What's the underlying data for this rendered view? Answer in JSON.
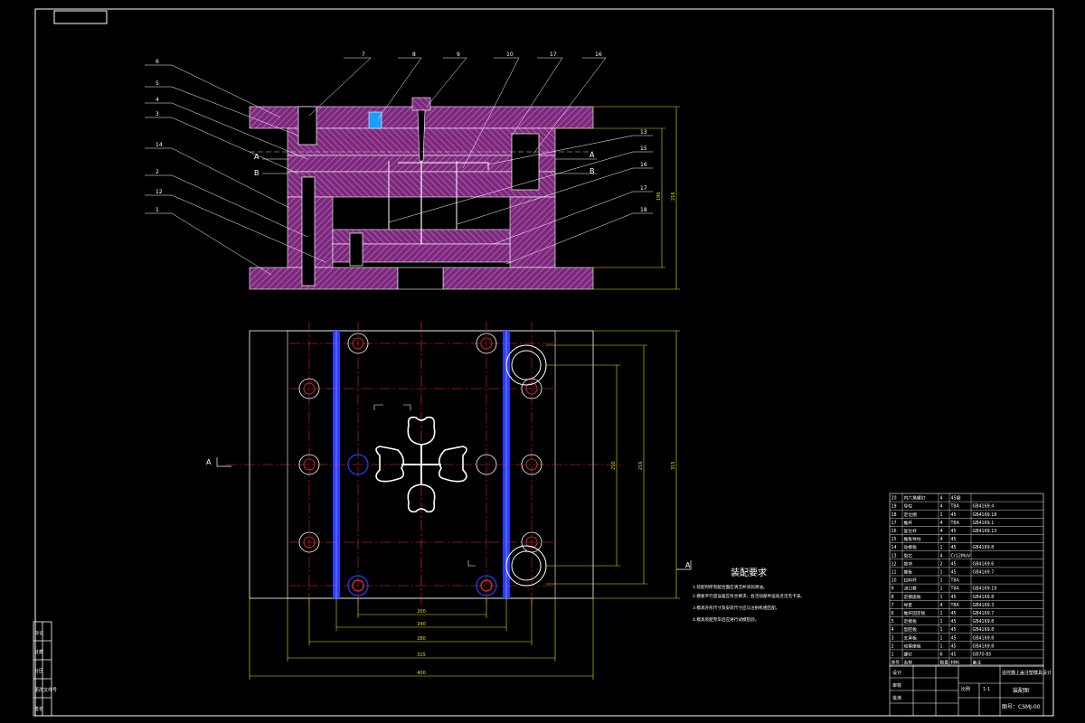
{
  "drawing": {
    "callouts_left": [
      "6",
      "5",
      "4",
      "3",
      "14",
      "2",
      "12",
      "1"
    ],
    "callouts_top": [
      "7",
      "8",
      "9",
      "10",
      "17",
      "16"
    ],
    "callouts_right": [
      "13",
      "15",
      "16",
      "17",
      "18"
    ],
    "section_marks": {
      "a_top": "A",
      "b_top": "B",
      "a_right": "A",
      "b_right": "B",
      "plan_left": "A",
      "plan_right": "A"
    },
    "dims_vertical": [
      "190",
      "216",
      "210",
      "315"
    ],
    "dims_horizontal": [
      "200",
      "240",
      "280",
      "315",
      "400"
    ],
    "notes_title": "装配要求",
    "notes_lines": [
      "1.装配时所有配合面应清洁并涂润滑油。",
      "2.模板平行度误差应符合要求，各活动部件运动灵活无卡滞。",
      "3.模具外形尺寸及安装尺寸应与注射机相匹配。",
      "4.模具装配完毕后应进行试模检验。"
    ]
  },
  "bom": {
    "rows": [
      {
        "no": "20",
        "name": "内六角螺钉",
        "qty": "4",
        "material": "45钢",
        "std": ""
      },
      {
        "no": "19",
        "name": "导柱",
        "qty": "4",
        "material": "T8A",
        "std": "GB4169.4"
      },
      {
        "no": "18",
        "name": "定位圈",
        "qty": "1",
        "material": "45",
        "std": "GB4169.18"
      },
      {
        "no": "17",
        "name": "推杆",
        "qty": "4",
        "material": "T8A",
        "std": "GB4169.1"
      },
      {
        "no": "16",
        "name": "复位杆",
        "qty": "4",
        "material": "45",
        "std": "GB4169.13"
      },
      {
        "no": "15",
        "name": "推板导柱",
        "qty": "4",
        "material": "45",
        "std": ""
      },
      {
        "no": "14",
        "name": "动模板",
        "qty": "1",
        "material": "45",
        "std": "GB4169.8"
      },
      {
        "no": "13",
        "name": "型芯",
        "qty": "4",
        "material": "Cr12MoV",
        "std": ""
      },
      {
        "no": "12",
        "name": "垫块",
        "qty": "2",
        "material": "45",
        "std": "GB4169.6"
      },
      {
        "no": "11",
        "name": "推板",
        "qty": "1",
        "material": "45",
        "std": "GB4169.7"
      },
      {
        "no": "10",
        "name": "拉料杆",
        "qty": "1",
        "material": "T8A",
        "std": ""
      },
      {
        "no": "9",
        "name": "浇口套",
        "qty": "1",
        "material": "T8A",
        "std": "GB4169.19"
      },
      {
        "no": "8",
        "name": "定模座板",
        "qty": "1",
        "material": "45",
        "std": "GB4169.8"
      },
      {
        "no": "7",
        "name": "导套",
        "qty": "4",
        "material": "T8A",
        "std": "GB4169.3"
      },
      {
        "no": "6",
        "name": "推杆固定板",
        "qty": "1",
        "material": "45",
        "std": "GB4169.7"
      },
      {
        "no": "5",
        "name": "定模板",
        "qty": "1",
        "material": "45",
        "std": "GB4169.8"
      },
      {
        "no": "4",
        "name": "型腔板",
        "qty": "1",
        "material": "45",
        "std": "GB4169.8"
      },
      {
        "no": "3",
        "name": "支承板",
        "qty": "1",
        "material": "45",
        "std": "GB4169.8"
      },
      {
        "no": "2",
        "name": "动模座板",
        "qty": "1",
        "material": "45",
        "std": "GB4169.8"
      },
      {
        "no": "1",
        "name": "螺钉",
        "qty": "6",
        "material": "45",
        "std": "GB70-85"
      }
    ],
    "header": {
      "no": "序号",
      "name": "名称",
      "qty": "数量",
      "material": "材料",
      "std": "备注"
    }
  },
  "title_block": {
    "drawing_name": "遥控器上盖注塑模具设计",
    "sheet_label": "装配图",
    "drawing_no": "图号：CSMJ-00",
    "scale_label": "比例",
    "scale": "1:1",
    "designer_label": "设计",
    "checker_label": "审核",
    "approver_label": "批准"
  },
  "revision_strip": [
    "标记",
    "处数",
    "分区",
    "更改文件号",
    "签名"
  ]
}
